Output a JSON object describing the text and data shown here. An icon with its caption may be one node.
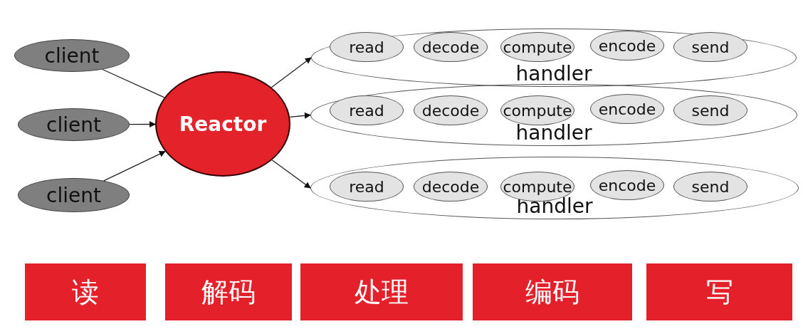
{
  "diagram": {
    "nodes": [
      {
        "text": [
          "client"
        ]
      },
      {
        "text": [
          "client"
        ]
      },
      {
        "text": [
          "client"
        ]
      },
      {
        "text": [
          "Reactor"
        ]
      },
      {
        "text": [
          "handler"
        ]
      },
      {
        "text": [
          "read"
        ],
        "in": 4
      },
      {
        "text": [
          "decode"
        ],
        "in": 4
      },
      {
        "text": [
          "compute"
        ],
        "in": 4
      },
      {
        "text": [
          "encode"
        ],
        "in": 4
      },
      {
        "text": [
          "send"
        ],
        "in": 4
      },
      {
        "text": [
          "handler"
        ]
      },
      {
        "text": [
          "read"
        ],
        "in": 10
      },
      {
        "text": [
          "decode"
        ],
        "in": 10
      },
      {
        "text": [
          "compute"
        ],
        "in": 10
      },
      {
        "text": [
          "encode"
        ],
        "in": 10
      },
      {
        "text": [
          "send"
        ],
        "in": 10
      },
      {
        "text": [
          "handler"
        ]
      },
      {
        "text": [
          "read"
        ],
        "in": 16
      },
      {
        "text": [
          "decode"
        ],
        "in": 16
      },
      {
        "text": [
          "compute"
        ],
        "in": 16
      },
      {
        "text": [
          "encode"
        ],
        "in": 16
      },
      {
        "text": [
          "send"
        ],
        "in": 16
      },
      {
        "text": [
          "读"
        ]
      },
      {
        "text": [
          "解码"
        ]
      },
      {
        "text": [
          "处理"
        ]
      },
      {
        "text": [
          "编码"
        ]
      },
      {
        "text": [
          "写"
        ]
      }
    ],
    "edges": [
      {
        "from": 0,
        "to": 3,
        "arrow": "none"
      },
      {
        "from": 1,
        "to": 3,
        "arrow": "to"
      },
      {
        "from": 2,
        "to": 3,
        "arrow": "to"
      },
      {
        "from": 3,
        "to": 4,
        "arrow": "to"
      },
      {
        "from": 3,
        "to": 10,
        "arrow": "to"
      },
      {
        "from": 3,
        "to": 16,
        "arrow": "to"
      }
    ]
  }
}
